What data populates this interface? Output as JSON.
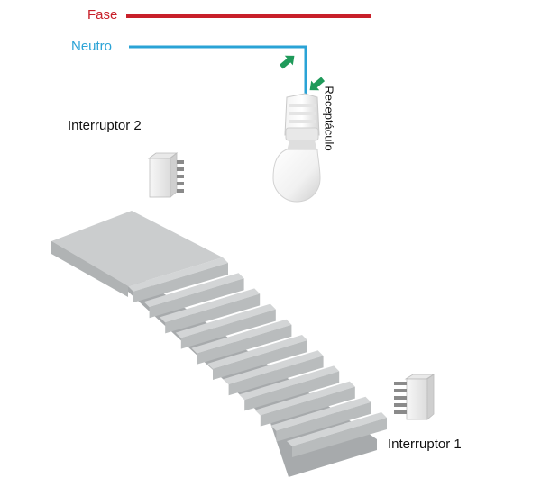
{
  "labels": {
    "fase": "Fase",
    "neutro": "Neutro",
    "receptaculo": "Receptáculo",
    "interruptor_2": "Interruptor 2",
    "interruptor_1": "Interruptor 1"
  },
  "colors": {
    "fase": "#c8202a",
    "neutro": "#2aa3d6",
    "arrow": "#1f9a5a",
    "stair_light": "#d3d5d6",
    "stair_mid": "#b9bcbd",
    "stair_dark": "#9a9d9f"
  },
  "icons": [
    "light-bulb-icon",
    "switch-icon",
    "stairs-icon",
    "arrow-icon"
  ]
}
